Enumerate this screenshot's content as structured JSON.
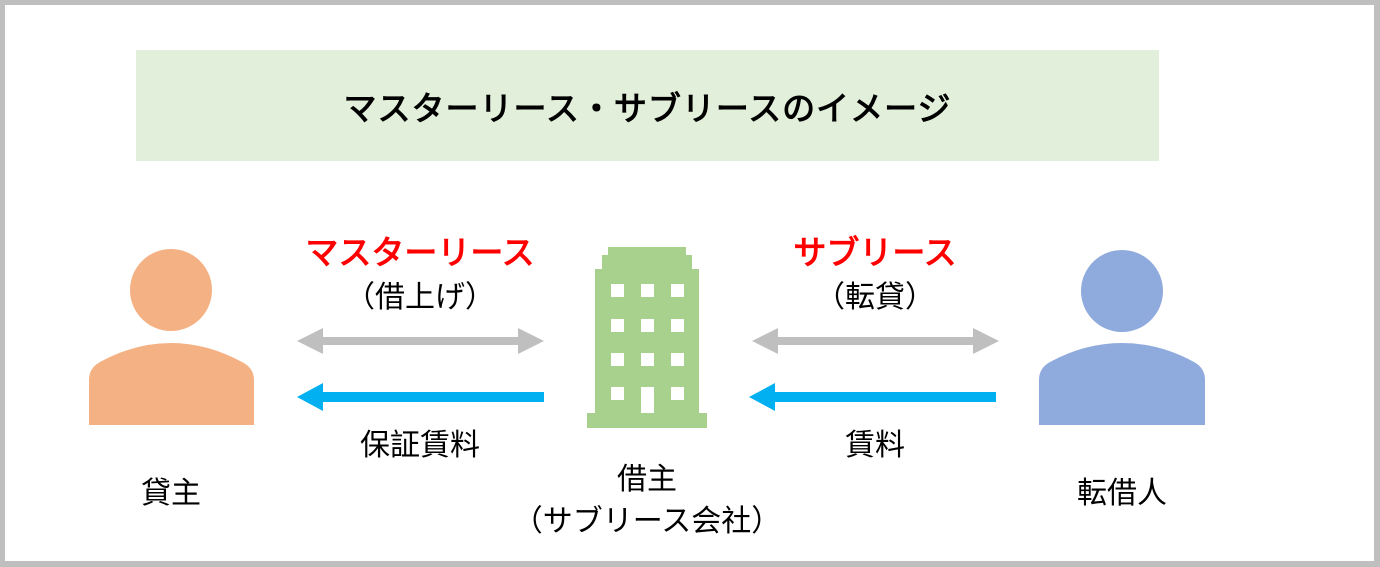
{
  "title": "マスターリース・サブリースのイメージ",
  "colors": {
    "frame_border": "#bfbfbf",
    "title_bg": "#e2efda",
    "accent_red": "#ff0000",
    "owner_icon": "#f4b183",
    "building_icon": "#a9d18e",
    "tenant_icon": "#8faadc",
    "contract_arrow": "#bfbfbf",
    "payment_arrow": "#00b0f0"
  },
  "parties": {
    "owner": {
      "name": "貸主",
      "icon": "person-icon"
    },
    "sublessor": {
      "name": "借主",
      "subname": "（サブリース会社）",
      "icon": "building-icon"
    },
    "subtenant": {
      "name": "転借人",
      "icon": "person-icon"
    }
  },
  "relations": {
    "master_lease": {
      "title": "マスターリース",
      "subtitle": "（借上げ）",
      "contract_arrow": "bidirectional",
      "payment_label": "保証賃料",
      "payment_direction": "to-owner"
    },
    "sublease": {
      "title": "サブリース",
      "subtitle": "（転貸）",
      "contract_arrow": "bidirectional",
      "payment_label": "賃料",
      "payment_direction": "to-sublessor"
    }
  }
}
